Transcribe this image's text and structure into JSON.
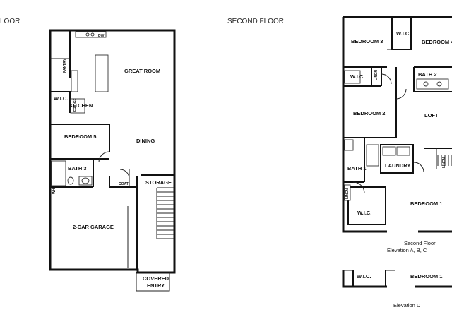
{
  "headings": {
    "first_floor": "LOOR",
    "second_floor": "SECOND FLOOR"
  },
  "first_floor_rooms": {
    "great_room": "GREAT ROOM",
    "kitchen": "KITCHEN",
    "pantry": "PANTRY",
    "wic": "W.I.C.",
    "fridge": "FRIDGE",
    "dw": "DW",
    "bedroom5": "BEDROOM 5",
    "dining": "DINING",
    "bath3": "BATH 3",
    "coat": "COAT",
    "storage": "STORAGE",
    "wh": "WH",
    "garage": "2-CAR GARAGE",
    "covered_entry_line1": "COVERED",
    "covered_entry_line2": "ENTRY"
  },
  "second_floor_rooms": {
    "bedroom3": "BEDROOM 3",
    "wic_top": "W.I.C.",
    "bedroom4": "BEDROOM 4",
    "wic_left": "W.I.C.",
    "linen_top": "LINEN",
    "bath2": "BATH 2",
    "bedroom2": "BEDROOM 2",
    "loft": "LOFT",
    "bath1": "BATH 1",
    "laundry": "LAUNDRY",
    "linen_right": "LINEN",
    "linen_left": "LINEN",
    "wic_bed1": "W.I.C.",
    "bedroom1": "BEDROOM 1"
  },
  "captions": {
    "elevation_abc_line1": "Second Floor",
    "elevation_abc_line2": "Elevation A, B, C",
    "elevation_d": "Elevation D"
  },
  "elevation_d_rooms": {
    "wic": "W.I.C.",
    "bedroom1": "BEDROOM 1"
  }
}
